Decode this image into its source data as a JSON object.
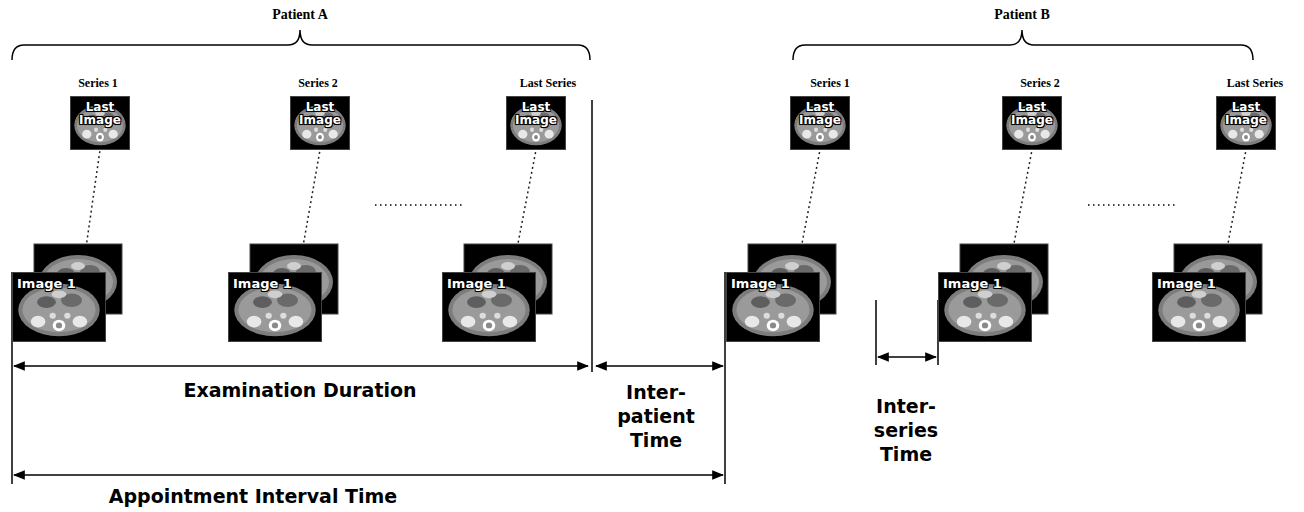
{
  "diagram": {
    "nodes": [
      {
        "text": [
          "Last Image"
        ]
      },
      {
        "text": [
          "Image 1"
        ]
      },
      {
        "text": [
          "Last Image"
        ]
      },
      {
        "text": [
          "Image 1"
        ]
      },
      {
        "text": [
          "Last Image"
        ]
      },
      {
        "text": [
          "Image 1"
        ]
      },
      {
        "text": [
          "Last Image"
        ]
      },
      {
        "text": [
          "Image 1"
        ]
      },
      {
        "text": [
          "Last Image"
        ]
      },
      {
        "text": [
          "Image 1"
        ]
      },
      {
        "text": [
          "Last Image"
        ]
      },
      {
        "text": [
          "Image 1"
        ]
      }
    ],
    "edges": [
      {
        "from": 1,
        "to": 0,
        "arrow": "none"
      },
      {
        "from": 3,
        "to": 2,
        "arrow": "none"
      },
      {
        "from": 5,
        "to": 4,
        "arrow": "none"
      },
      {
        "from": 7,
        "to": 6,
        "arrow": "none"
      },
      {
        "from": 9,
        "to": 8,
        "arrow": "none"
      },
      {
        "from": 11,
        "to": 10,
        "arrow": "none"
      }
    ],
    "labels": [
      "Patient A",
      "Series 1",
      "Series 2",
      "Last Series",
      "Patient B",
      "Series 1",
      "Series 2",
      "Last Series",
      "Examination Duration",
      "Inter- patient Time",
      "Inter- series Time",
      "Appointment Interval Time"
    ]
  }
}
